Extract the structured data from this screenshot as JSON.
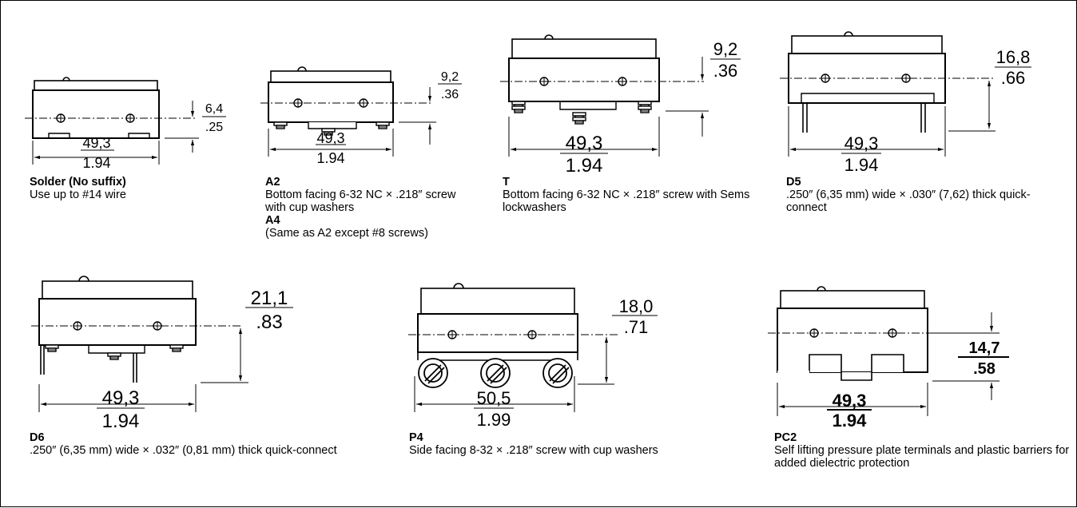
{
  "variants": [
    {
      "code": "Solder (No suffix)",
      "desc": "Use up to #14 wire",
      "width_mm": "49,3",
      "width_in": "1.94",
      "height_mm": "6,4",
      "height_in": ".25"
    },
    {
      "code": "A2",
      "desc": "Bottom facing 6-32 NC × .218″ screw with cup washers",
      "width_mm": "49,3",
      "width_in": "1.94",
      "height_mm": "9,2",
      "height_in": ".36",
      "extra_code": "A4",
      "extra_desc": "(Same as A2 except #8 screws)"
    },
    {
      "code": "T",
      "desc": "Bottom facing 6-32 NC × .218″ screw with Sems lockwashers",
      "width_mm": "49,3",
      "width_in": "1.94",
      "height_mm": "9,2",
      "height_in": ".36"
    },
    {
      "code": "D5",
      "desc": ".250″ (6,35 mm) wide × .030″ (7,62) thick quick-connect",
      "width_mm": "49,3",
      "width_in": "1.94",
      "height_mm": "16,8",
      "height_in": ".66"
    },
    {
      "code": "D6",
      "desc": ".250″ (6,35 mm) wide × .032″ (0,81 mm) thick quick-connect",
      "width_mm": "49,3",
      "width_in": "1.94",
      "height_mm": "21,1",
      "height_in": ".83"
    },
    {
      "code": "P4",
      "desc": "Side facing 8-32 × .218″ screw with cup washers",
      "width_mm": "50,5",
      "width_in": "1.99",
      "height_mm": "18,0",
      "height_in": ".71"
    },
    {
      "code": "PC2",
      "desc": "Self lifting pressure plate terminals and plastic barriers for added dielectric protection",
      "width_mm": "49,3",
      "width_in": "1.94",
      "height_mm": "14,7",
      "height_in": ".58"
    }
  ]
}
